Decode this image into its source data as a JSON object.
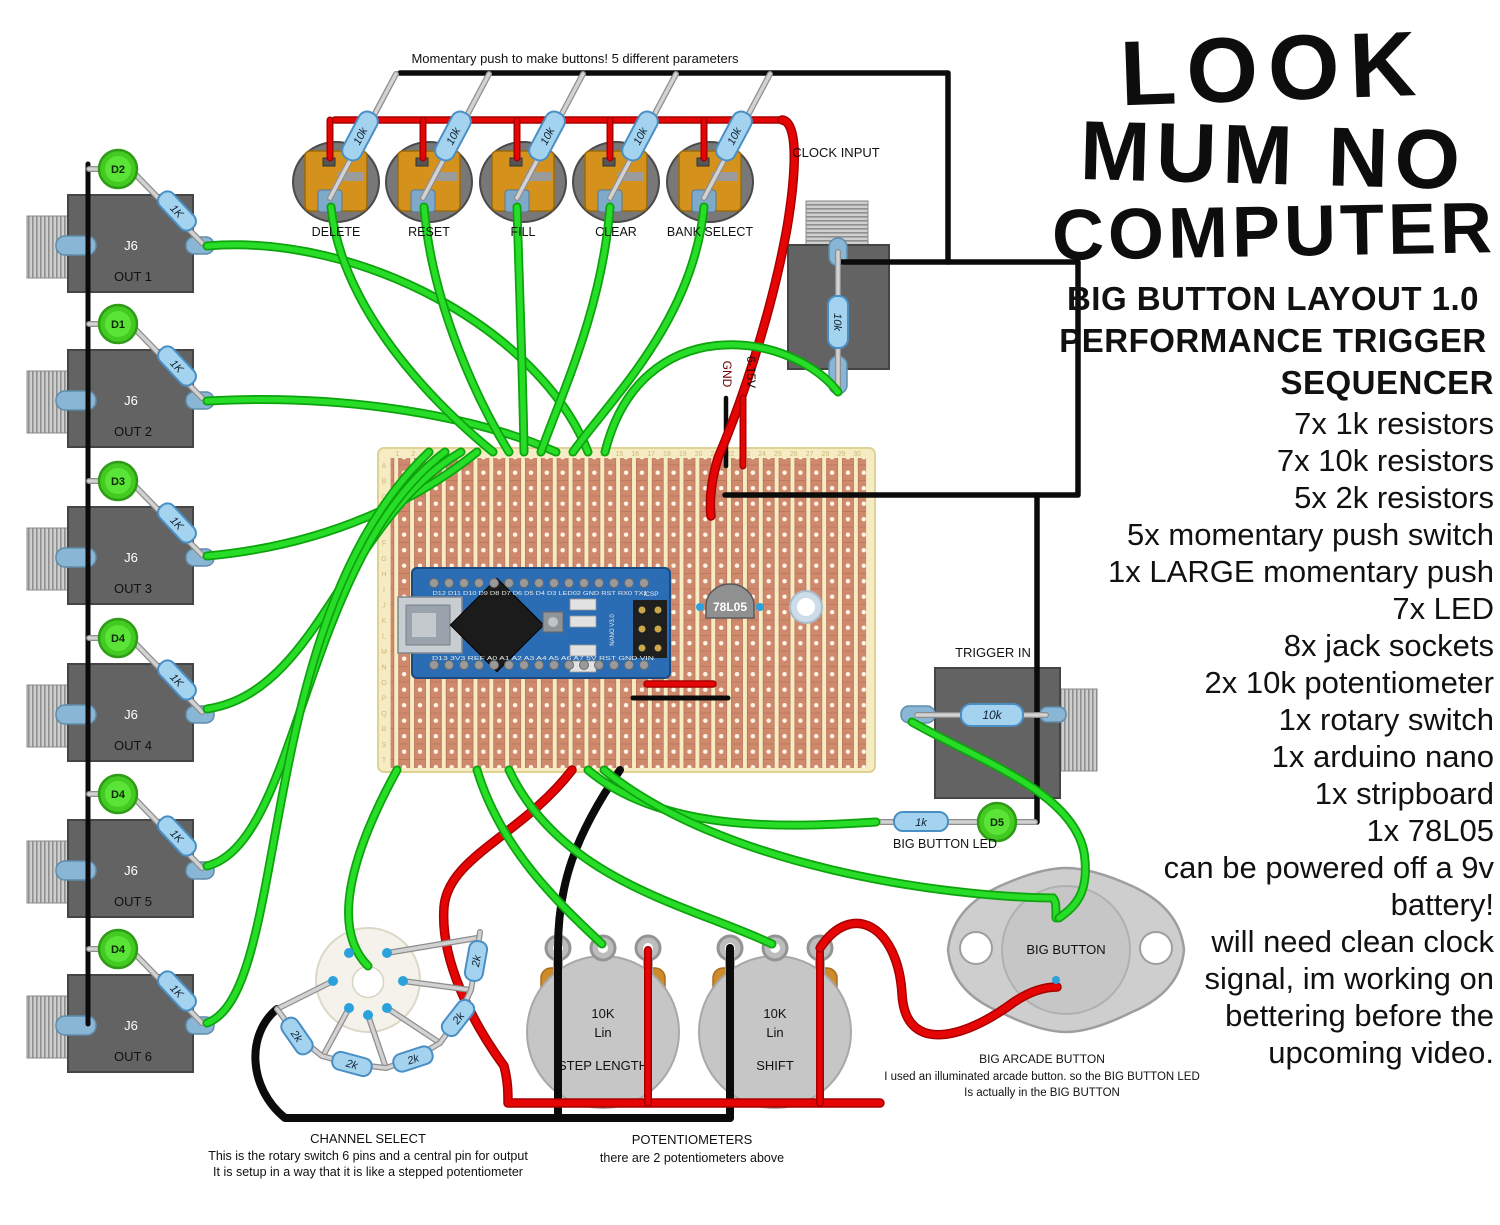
{
  "note_top": "Momentary push to make buttons! 5 different parameters",
  "buttons": {
    "items": [
      {
        "label": "DELETE",
        "resistor": "10k"
      },
      {
        "label": "RESET",
        "resistor": "10k"
      },
      {
        "label": "FILL",
        "resistor": "10k"
      },
      {
        "label": "CLEAR",
        "resistor": "10k"
      },
      {
        "label": "BANK SELECT",
        "resistor": "10k"
      }
    ]
  },
  "clock": {
    "label": "CLOCK INPUT",
    "resistor": "10k"
  },
  "power": {
    "gnd": "GND",
    "volts": "6-15V"
  },
  "jacks": {
    "items": [
      {
        "led": "D2",
        "name": "J6",
        "out": "OUT 1",
        "resistor": "1K"
      },
      {
        "led": "D1",
        "name": "J6",
        "out": "OUT 2",
        "resistor": "1K"
      },
      {
        "led": "D3",
        "name": "J6",
        "out": "OUT 3",
        "resistor": "1K"
      },
      {
        "led": "D4",
        "name": "J6",
        "out": "OUT 4",
        "resistor": "1K"
      },
      {
        "led": "D4",
        "name": "J6",
        "out": "OUT 5",
        "resistor": "1K"
      },
      {
        "led": "D4",
        "name": "J6",
        "out": "OUT 6",
        "resistor": "1K"
      }
    ]
  },
  "board": {
    "regulator": "78L05",
    "row_letters": "ABCDEFGHIJKLMNOPQRST",
    "col_count": 30
  },
  "nano": {
    "top_pins": "D12 D11 D10 D9 D8 D7 D6 D5 D4 D3 LED02 GND RST RX0 TX1",
    "bottom_pins": "D13 3V3 REF A0 A1 A2 A3 A4 A5 A6 A7 5V RST GND VIN",
    "icsp": "ICSP",
    "name": "NANO V3.0"
  },
  "trigger": {
    "label": "TRIGGER IN",
    "resistor": "10k"
  },
  "big_button_led": {
    "resistor": "1k",
    "led": "D5",
    "label": "BIG BUTTON LED"
  },
  "big_button": {
    "label": "BIG BUTTON",
    "caption": [
      "BIG ARCADE BUTTON",
      "I used an illuminated arcade button. so the BIG BUTTON LED",
      "Is actually in the BIG BUTTON"
    ]
  },
  "rotary": {
    "resistors": [
      "2k",
      "2k",
      "2k",
      "2k",
      "2k"
    ],
    "caption": [
      "CHANNEL SELECT",
      "This is the rotary switch 6 pins and a central pin for output",
      "It is setup in a way that it is like a stepped potentiometer"
    ]
  },
  "pots": {
    "items": [
      {
        "value": "10K",
        "taper": "Lin",
        "name": "STEP LENGTH"
      },
      {
        "value": "10K",
        "taper": "Lin",
        "name": "SHIFT"
      }
    ],
    "caption": [
      "POTENTIOMETERS",
      "there are 2 potentiometers above"
    ]
  },
  "sidebar": {
    "logo": [
      "LOOK",
      "MUM NO",
      "COMPUTER"
    ],
    "title": [
      "BIG BUTTON LAYOUT 1.0",
      "PERFORMANCE TRIGGER",
      "SEQUENCER"
    ],
    "parts": [
      "7x 1k resistors",
      "7x 10k resistors",
      "5x 2k resistors",
      "5x momentary push switch",
      "1x LARGE momentary push",
      "7x LED",
      "8x jack sockets",
      "2x 10k potentiometer",
      "1x rotary switch",
      "1x arduino nano",
      "1x stripboard",
      "1x 78L05"
    ],
    "notes": [
      "can be powered off a 9v",
      "battery!",
      "will need clean clock",
      "signal, im working on",
      "bettering before the",
      "upcoming video."
    ]
  },
  "colors": {
    "wire_green": "#28dd28",
    "wire_red": "#e60505",
    "wire_black": "#0b0b0b",
    "resistor_blue": "#a4d3f0",
    "led_green": "#43cb22",
    "board_copper": "#cf8a6e"
  }
}
